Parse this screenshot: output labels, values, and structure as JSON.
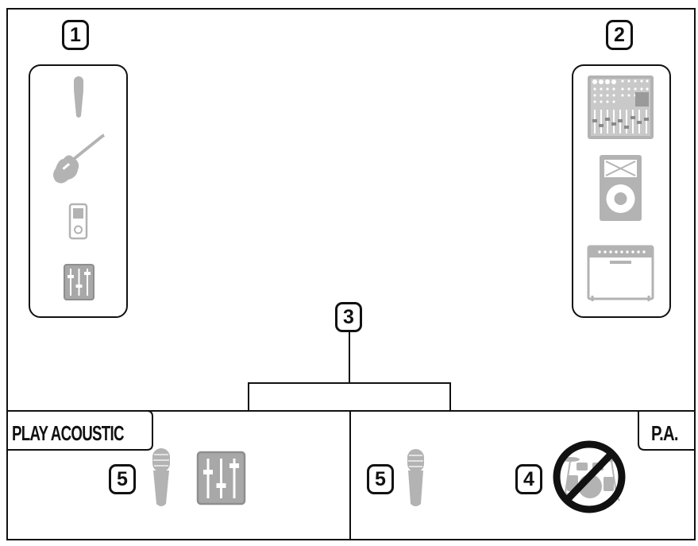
{
  "callouts": {
    "c1": "1",
    "c2": "2",
    "c3": "3",
    "c4": "4",
    "c5_left": "5",
    "c5_right": "5"
  },
  "panels": {
    "left_label": "PLAY ACOUSTIC",
    "right_label": "P.A."
  },
  "icons": {
    "inputs": [
      "microphone-icon",
      "electric-guitar-icon",
      "mp3-player-icon",
      "mixer-fader-icon"
    ],
    "outputs": [
      "mixer-console-icon",
      "speaker-cabinet-icon",
      "guitar-amp-icon"
    ],
    "play_acoustic": [
      "microphone-icon",
      "mixer-fader-icon"
    ],
    "pa": [
      "microphone-icon",
      "drum-kit-prohibited-icon"
    ]
  },
  "colors": {
    "line": "#111111",
    "icon_gray": "#b3b3b3",
    "icon_dark": "#8e8e8e"
  }
}
